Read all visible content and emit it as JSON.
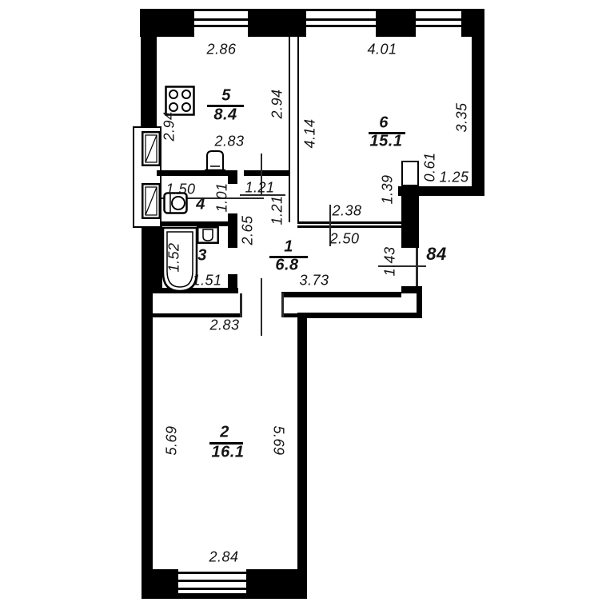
{
  "colors": {
    "wall": "#000000",
    "background": "#ffffff",
    "text": "#141414"
  },
  "apartment": {
    "number": "84"
  },
  "rooms": [
    {
      "number": "1",
      "area": "6.8"
    },
    {
      "number": "2",
      "area": "16.1"
    },
    {
      "number": "3",
      "area": ""
    },
    {
      "number": "4",
      "area": ""
    },
    {
      "number": "5",
      "area": "8.4"
    },
    {
      "number": "6",
      "area": "15.1"
    }
  ],
  "dimensions": {
    "kitchen_top": "2.86",
    "living_top": "4.01",
    "kitchen_left": "2.94",
    "kitchen_right": "2.94",
    "kitchen_inner": "2.83",
    "living_left": "4.14",
    "living_right": "3.35",
    "duct_height": "0.61",
    "duct_width": "1.25",
    "ledge": "1.39",
    "wc_width": "1.50",
    "wc_depth": "1.01",
    "corridor_top": "1.21",
    "corridor_arm": "1.21",
    "corridor_wall": "2.65",
    "passage_upper": "2.38",
    "passage_lower": "2.50",
    "bath_depth": "1.52",
    "bath_width": "1.51",
    "hall_width": "3.73",
    "entrance": "1.43",
    "room2_top": "2.83",
    "room2_left": "5.69",
    "room2_right": "5.69",
    "room2_bottom": "2.84"
  },
  "icons": {
    "stove": "stove-icon",
    "toilet": "toilet-icon",
    "bathtub": "bathtub-icon",
    "sink": "sink-icon",
    "vent_shaft": "vent-shaft-icon",
    "door_leaf": "door-leaf-icon",
    "window": "window-icon",
    "entrance_door": "entrance-door-icon"
  }
}
